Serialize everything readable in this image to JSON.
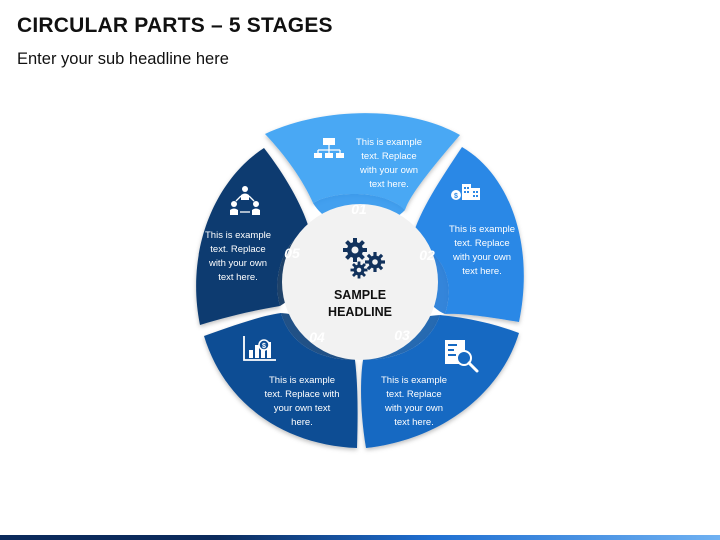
{
  "title": "CIRCULAR PARTS – 5 STAGES",
  "subtitle": "Enter your sub headline here",
  "center": {
    "line1": "SAMPLE",
    "line2": "HEADLINE",
    "icon": "gears-icon"
  },
  "stages": [
    {
      "number": "01",
      "text": [
        "This is example",
        "text. Replace",
        "with your own",
        "text here."
      ],
      "icon": "org-chart-icon",
      "color": "#4aa8f4"
    },
    {
      "number": "02",
      "text": [
        "This is example",
        "text. Replace",
        "with your own",
        "text here."
      ],
      "icon": "money-building-icon",
      "color": "#2b88e6"
    },
    {
      "number": "03",
      "text": [
        "This is example",
        "text. Replace",
        "with your own",
        "text here."
      ],
      "icon": "document-search-icon",
      "color": "#1669c2"
    },
    {
      "number": "04",
      "text": [
        "This is example",
        "text. Replace with",
        "your own text",
        "here."
      ],
      "icon": "chart-money-icon",
      "color": "#0d4d94"
    },
    {
      "number": "05",
      "text": [
        "This is example",
        "text. Replace",
        "with your own",
        "text here."
      ],
      "icon": "people-network-icon",
      "color": "#0a3a70"
    }
  ],
  "colors": {
    "inner_circle": "#f2f2f2",
    "title_text": "#111111"
  }
}
